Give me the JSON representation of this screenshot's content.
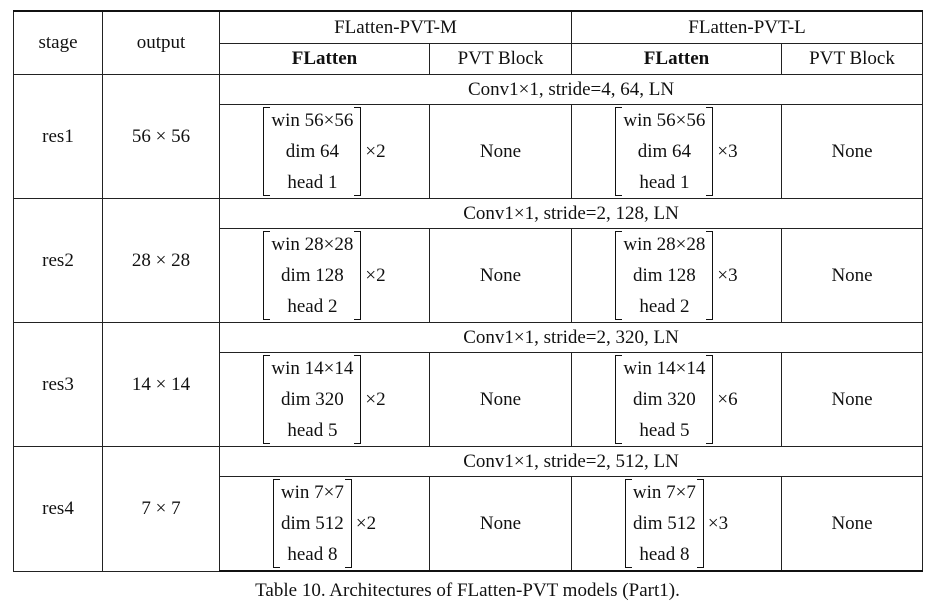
{
  "table": {
    "headers": {
      "stage": "stage",
      "output": "output",
      "model_m": "FLatten-PVT-M",
      "model_l": "FLatten-PVT-L",
      "flatten": "FLatten",
      "pvt_block": "PVT Block"
    },
    "stages": [
      {
        "conv": "Conv1×1, stride=4, 64, LN",
        "stage": "res1",
        "output": "56 × 56",
        "m": {
          "win": "win 56×56",
          "dim": "dim 64",
          "head": "head 1",
          "mult": "×2",
          "pvt": "None"
        },
        "l": {
          "win": "win 56×56",
          "dim": "dim 64",
          "head": "head 1",
          "mult": "×3",
          "pvt": "None"
        }
      },
      {
        "conv": "Conv1×1, stride=2, 128, LN",
        "stage": "res2",
        "output": "28 × 28",
        "m": {
          "win": "win 28×28",
          "dim": "dim 128",
          "head": "head 2",
          "mult": "×2",
          "pvt": "None"
        },
        "l": {
          "win": "win 28×28",
          "dim": "dim 128",
          "head": "head 2",
          "mult": "×3",
          "pvt": "None"
        }
      },
      {
        "conv": "Conv1×1, stride=2, 320, LN",
        "stage": "res3",
        "output": "14 × 14",
        "m": {
          "win": "win 14×14",
          "dim": "dim 320",
          "head": "head 5",
          "mult": "×2",
          "pvt": "None"
        },
        "l": {
          "win": "win 14×14",
          "dim": "dim 320",
          "head": "head 5",
          "mult": "×6",
          "pvt": "None"
        }
      },
      {
        "conv": "Conv1×1, stride=2, 512, LN",
        "stage": "res4",
        "output": "7 × 7",
        "m": {
          "win": "win 7×7",
          "dim": "dim 512",
          "head": "head 8",
          "mult": "×2",
          "pvt": "None"
        },
        "l": {
          "win": "win 7×7",
          "dim": "dim 512",
          "head": "head 8",
          "mult": "×3",
          "pvt": "None"
        }
      }
    ]
  },
  "caption": "Table 10. Architectures of FLatten-PVT models (Part1)."
}
